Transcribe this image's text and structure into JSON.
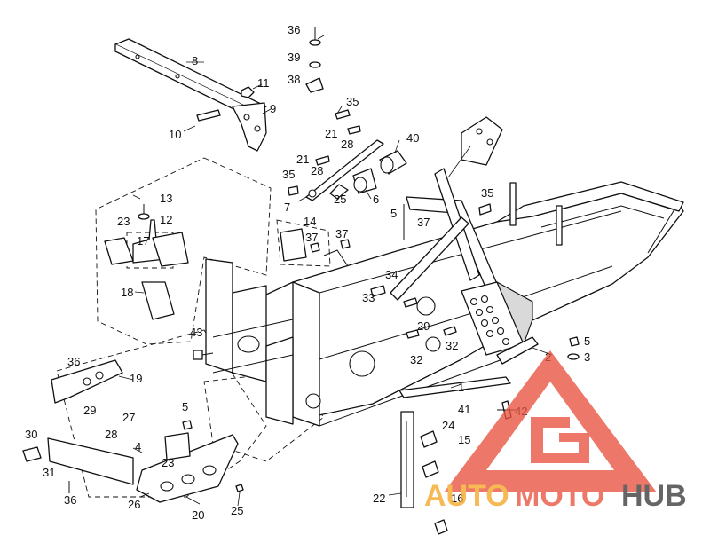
{
  "diagram": {
    "callouts": [
      {
        "id": "c36a",
        "text": "36"
      },
      {
        "id": "c39",
        "text": "39"
      },
      {
        "id": "c38",
        "text": "38"
      },
      {
        "id": "c8",
        "text": "8"
      },
      {
        "id": "c11",
        "text": "11"
      },
      {
        "id": "c9",
        "text": "9"
      },
      {
        "id": "c10",
        "text": "10"
      },
      {
        "id": "c35a",
        "text": "35"
      },
      {
        "id": "c21a",
        "text": "21"
      },
      {
        "id": "c28a",
        "text": "28"
      },
      {
        "id": "c40",
        "text": "40"
      },
      {
        "id": "c21b",
        "text": "21"
      },
      {
        "id": "c28b",
        "text": "28"
      },
      {
        "id": "c35b",
        "text": "35"
      },
      {
        "id": "c7",
        "text": "7"
      },
      {
        "id": "c25a",
        "text": "25"
      },
      {
        "id": "c6",
        "text": "6"
      },
      {
        "id": "c5a",
        "text": "5"
      },
      {
        "id": "c37a",
        "text": "37"
      },
      {
        "id": "c35c",
        "text": "35"
      },
      {
        "id": "c13",
        "text": "13"
      },
      {
        "id": "c23a",
        "text": "23"
      },
      {
        "id": "c12",
        "text": "12"
      },
      {
        "id": "c17",
        "text": "17"
      },
      {
        "id": "c14",
        "text": "14"
      },
      {
        "id": "c37b",
        "text": "37"
      },
      {
        "id": "c37c",
        "text": "37"
      },
      {
        "id": "c18",
        "text": "18"
      },
      {
        "id": "c34",
        "text": "34"
      },
      {
        "id": "c33",
        "text": "33"
      },
      {
        "id": "c29a",
        "text": "29"
      },
      {
        "id": "c32a",
        "text": "32"
      },
      {
        "id": "c32b",
        "text": "32"
      },
      {
        "id": "c43",
        "text": "43"
      },
      {
        "id": "c5b",
        "text": "5"
      },
      {
        "id": "c3",
        "text": "3"
      },
      {
        "id": "c2",
        "text": "2"
      },
      {
        "id": "c36b",
        "text": "36"
      },
      {
        "id": "c19",
        "text": "19"
      },
      {
        "id": "c1",
        "text": "1"
      },
      {
        "id": "c41",
        "text": "41"
      },
      {
        "id": "c42",
        "text": "42"
      },
      {
        "id": "c5c",
        "text": "5"
      },
      {
        "id": "c29b",
        "text": "29"
      },
      {
        "id": "c27",
        "text": "27"
      },
      {
        "id": "c28c",
        "text": "28"
      },
      {
        "id": "c30",
        "text": "30"
      },
      {
        "id": "c4",
        "text": "4"
      },
      {
        "id": "c24",
        "text": "24"
      },
      {
        "id": "c15",
        "text": "15"
      },
      {
        "id": "c31",
        "text": "31"
      },
      {
        "id": "c23b",
        "text": "23"
      },
      {
        "id": "c36c",
        "text": "36"
      },
      {
        "id": "c26",
        "text": "26"
      },
      {
        "id": "c20",
        "text": "20"
      },
      {
        "id": "c25b",
        "text": "25"
      },
      {
        "id": "c22",
        "text": "22"
      },
      {
        "id": "c16",
        "text": "16"
      }
    ]
  },
  "watermark": {
    "word_auto": "AUTO",
    "word_moto": "MOTO",
    "word_hub": "HUB",
    "colors": {
      "red": "#e8533f",
      "orange": "#f5a623",
      "dark": "#3a3a3a",
      "line": "#111111"
    }
  }
}
